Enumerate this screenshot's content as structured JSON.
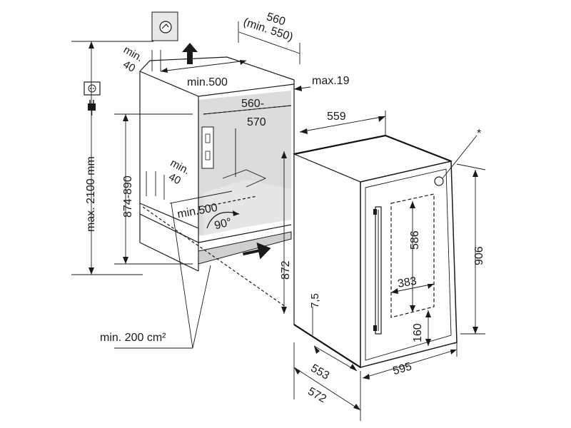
{
  "labels": {
    "depth_560": "560",
    "depth_min_550": "(min. 550)",
    "min_40_top_a": "min.",
    "min_40_top_b": "40",
    "min_500_top": "min.500",
    "max_19": "max.19",
    "niche_560": "560-",
    "niche_570": "570",
    "depth_559": "559",
    "asterisk": "*",
    "max_height": "max. 2100 mm",
    "niche_height": "874-890",
    "min_40_bottom_a": "min.",
    "min_40_bottom_b": "40",
    "min_500_bottom": "min.500",
    "angle_90": "90°",
    "height_872": "872",
    "height_586": "586",
    "width_383": "383",
    "height_906": "906",
    "dim_7_5": "7,5",
    "height_160": "160",
    "vent_area": "min. 200 cm²",
    "depth_553": "553",
    "width_595": "595",
    "depth_572": "572"
  },
  "icons": {
    "wall_socket": "socket-icon",
    "plug": "plug-icon",
    "hinge_plate": "hinge-plate-icon",
    "airflow_up": "arrow-up-icon",
    "airflow_in": "arrow-right-icon"
  },
  "colors": {
    "line": "#1a1a1a",
    "niche_fill": "#dcdcdc",
    "background": "#ffffff"
  }
}
